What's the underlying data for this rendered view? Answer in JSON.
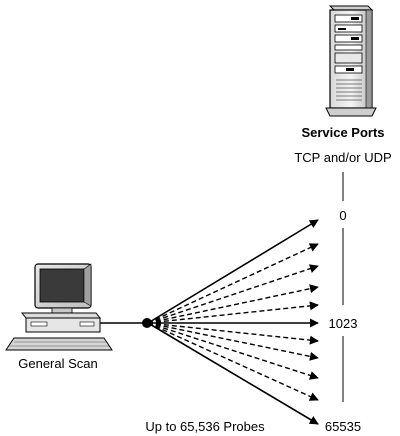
{
  "server": {
    "title": "Service Ports",
    "subtitle": "TCP and/or UDP"
  },
  "client": {
    "label": "General Scan"
  },
  "ports": {
    "first": "0",
    "middle": "1023",
    "last": "65535"
  },
  "probes": {
    "label": "Up to 65,536 Probes"
  }
}
